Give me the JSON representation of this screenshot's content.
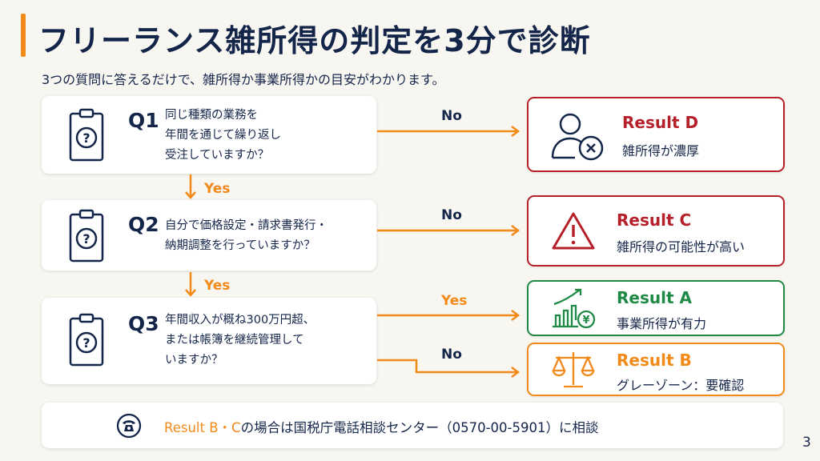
{
  "title": "フリーランス雑所得の判定を3分で診断",
  "subtitle": "3つの質問に答えるだけで、雑所得か事業所得かの目安がわかります。",
  "questions": [
    {
      "label": "Q1",
      "lines": [
        "同じ種類の業務を",
        "年間を通じて繰り返し",
        "受注していますか？"
      ]
    },
    {
      "label": "Q2",
      "lines": [
        "自分で価格設定・請求書発行・",
        "納期調整を行っていますか？"
      ]
    },
    {
      "label": "Q3",
      "lines": [
        "年間収入が概ね300万円超、",
        "または帳簿を継続管理して",
        "いますか？"
      ]
    }
  ],
  "arrows": {
    "q1_no": "No",
    "q1_yes": "Yes",
    "q2_no": "No",
    "q2_yes": "Yes",
    "q3_yes": "Yes",
    "q3_no": "No"
  },
  "results": {
    "d": {
      "title": "Result D",
      "text": "雑所得が濃厚",
      "color": "#b5202a"
    },
    "c": {
      "title": "Result C",
      "text": "雑所得の可能性が高い",
      "color": "#b5202a"
    },
    "a": {
      "title": "Result A",
      "text": "事業所得が有力",
      "color": "#1f8a45"
    },
    "b": {
      "title": "Result B",
      "text": "グレーゾーン：要確認",
      "color": "#f28a1a"
    }
  },
  "footer": {
    "highlight": "Result B・C",
    "text": "の場合は国税庁電話相談センター（0570-00-5901）に相談"
  },
  "page_number": "3",
  "colors": {
    "navy": "#14254a",
    "orange": "#f28a1a"
  }
}
